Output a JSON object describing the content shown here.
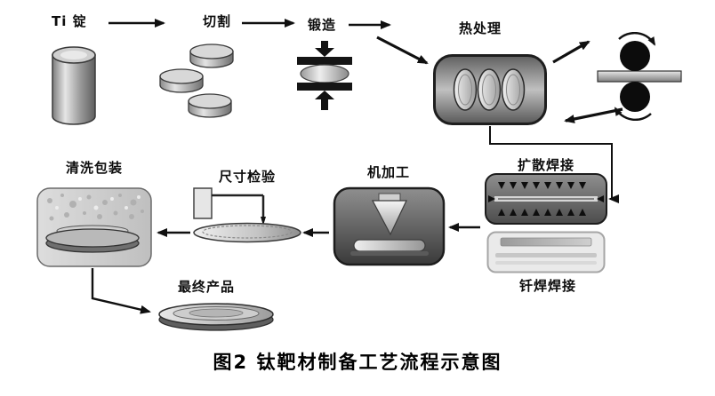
{
  "figure": {
    "caption": "图2 钛靶材制备工艺流程示意图"
  },
  "nodes": {
    "ti_ingot": {
      "label": "Ti 锭",
      "icon": "ti-ingot-cylinder-icon"
    },
    "cutting": {
      "label": "切割",
      "icon": "cut-discs-icon"
    },
    "forging": {
      "label": "锻造",
      "icon": "forging-press-icon"
    },
    "heat_treatment": {
      "label": "热处理",
      "icon": "heat-treatment-furnace-icon"
    },
    "rolling_mill": {
      "label": "",
      "icon": "rolling-mill-icon"
    },
    "diffusion_welding": {
      "label": "扩散焊接",
      "icon": "diffusion-welding-chamber-icon"
    },
    "brazing_welding": {
      "label": "钎焊焊接",
      "icon": "brazing-furnace-icon"
    },
    "machining": {
      "label": "机加工",
      "icon": "machining-tool-icon"
    },
    "dimension_inspection": {
      "label": "尺寸检验",
      "icon": "dimension-probe-icon"
    },
    "cleaning_packaging": {
      "label": "清洗包装",
      "icon": "packaged-target-icon"
    },
    "final_product": {
      "label": "最终产品",
      "icon": "final-target-disc-icon"
    }
  },
  "edges": [
    {
      "from": "ti_ingot",
      "to": "cutting"
    },
    {
      "from": "cutting",
      "to": "forging"
    },
    {
      "from": "forging",
      "to": "heat_treatment"
    },
    {
      "from": "heat_treatment",
      "to": "rolling_mill"
    },
    {
      "from": "rolling_mill",
      "to": "diffusion_welding"
    },
    {
      "from": "diffusion_welding",
      "to": "machining"
    },
    {
      "from": "machining",
      "to": "dimension_inspection"
    },
    {
      "from": "dimension_inspection",
      "to": "cleaning_packaging"
    },
    {
      "from": "cleaning_packaging",
      "to": "final_product"
    }
  ],
  "colors": {
    "background": "#ffffff",
    "line": "#101010",
    "shape_dark": "#1a1a1a",
    "shape_mid": "#8a8a8a",
    "shape_light": "#e6e6e6"
  }
}
